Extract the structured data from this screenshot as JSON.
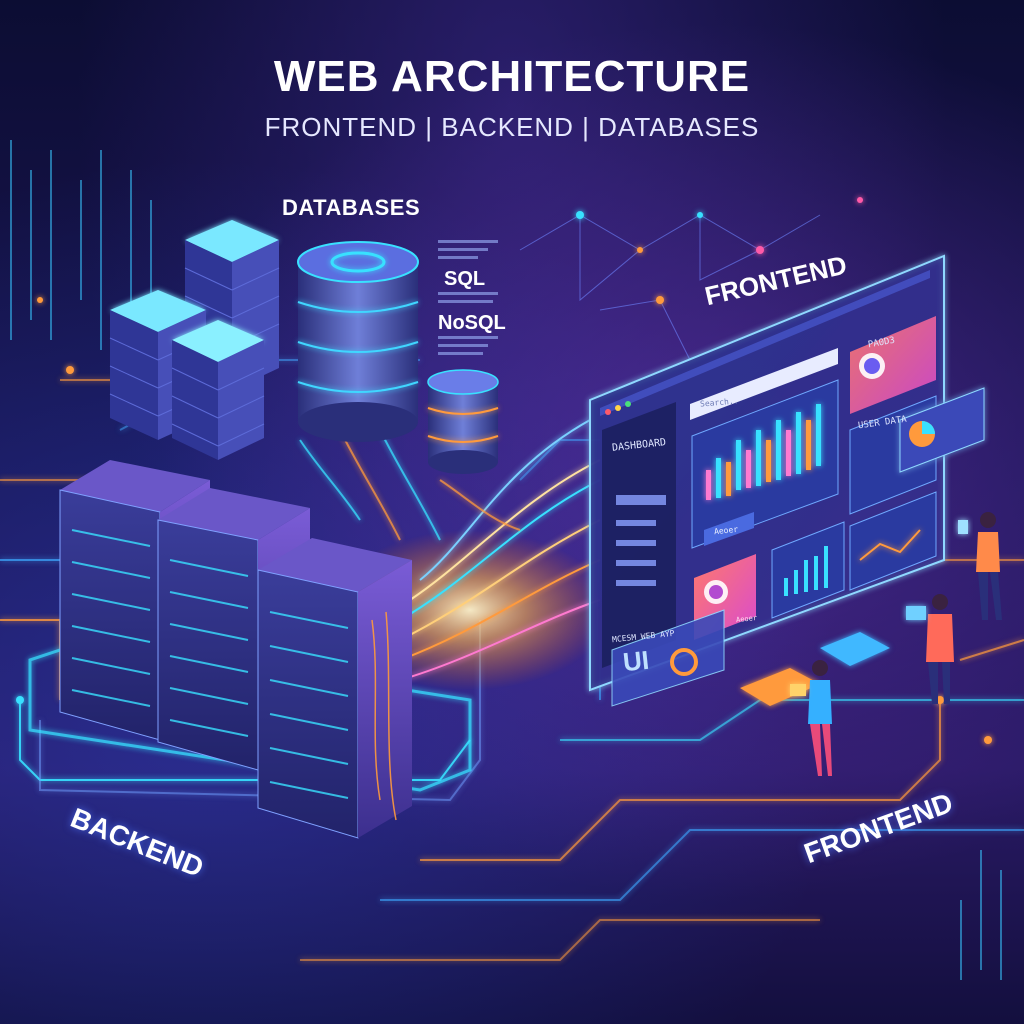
{
  "header": {
    "title": "WEB ARCHITECTURE",
    "subtitle": "FRONTEND | BACKEND | DATABASES"
  },
  "databases": {
    "heading": "DATABASES",
    "sql": "SQL",
    "nosql": "NoSQL"
  },
  "frontend_panel": {
    "label": "FRONTEND",
    "dashboard": "DASHBOARD",
    "search_placeholder": "Search..",
    "user_data": "USER DATA",
    "profile_tag": "PA0D3",
    "app_tag": "MCESM WEB AYP",
    "badge": "UI",
    "button_tag": "Aeoer",
    "card_tag": "Aeoer"
  },
  "floor_labels": {
    "backend": "BACKEND",
    "frontend": "FRONTEND"
  },
  "colors": {
    "background": "#120f45",
    "glow_cyan": "#39e1ff",
    "glow_orange": "#ff9a3c",
    "accent_pink": "#ff5aa8",
    "server_body": "#4a4aa8"
  }
}
